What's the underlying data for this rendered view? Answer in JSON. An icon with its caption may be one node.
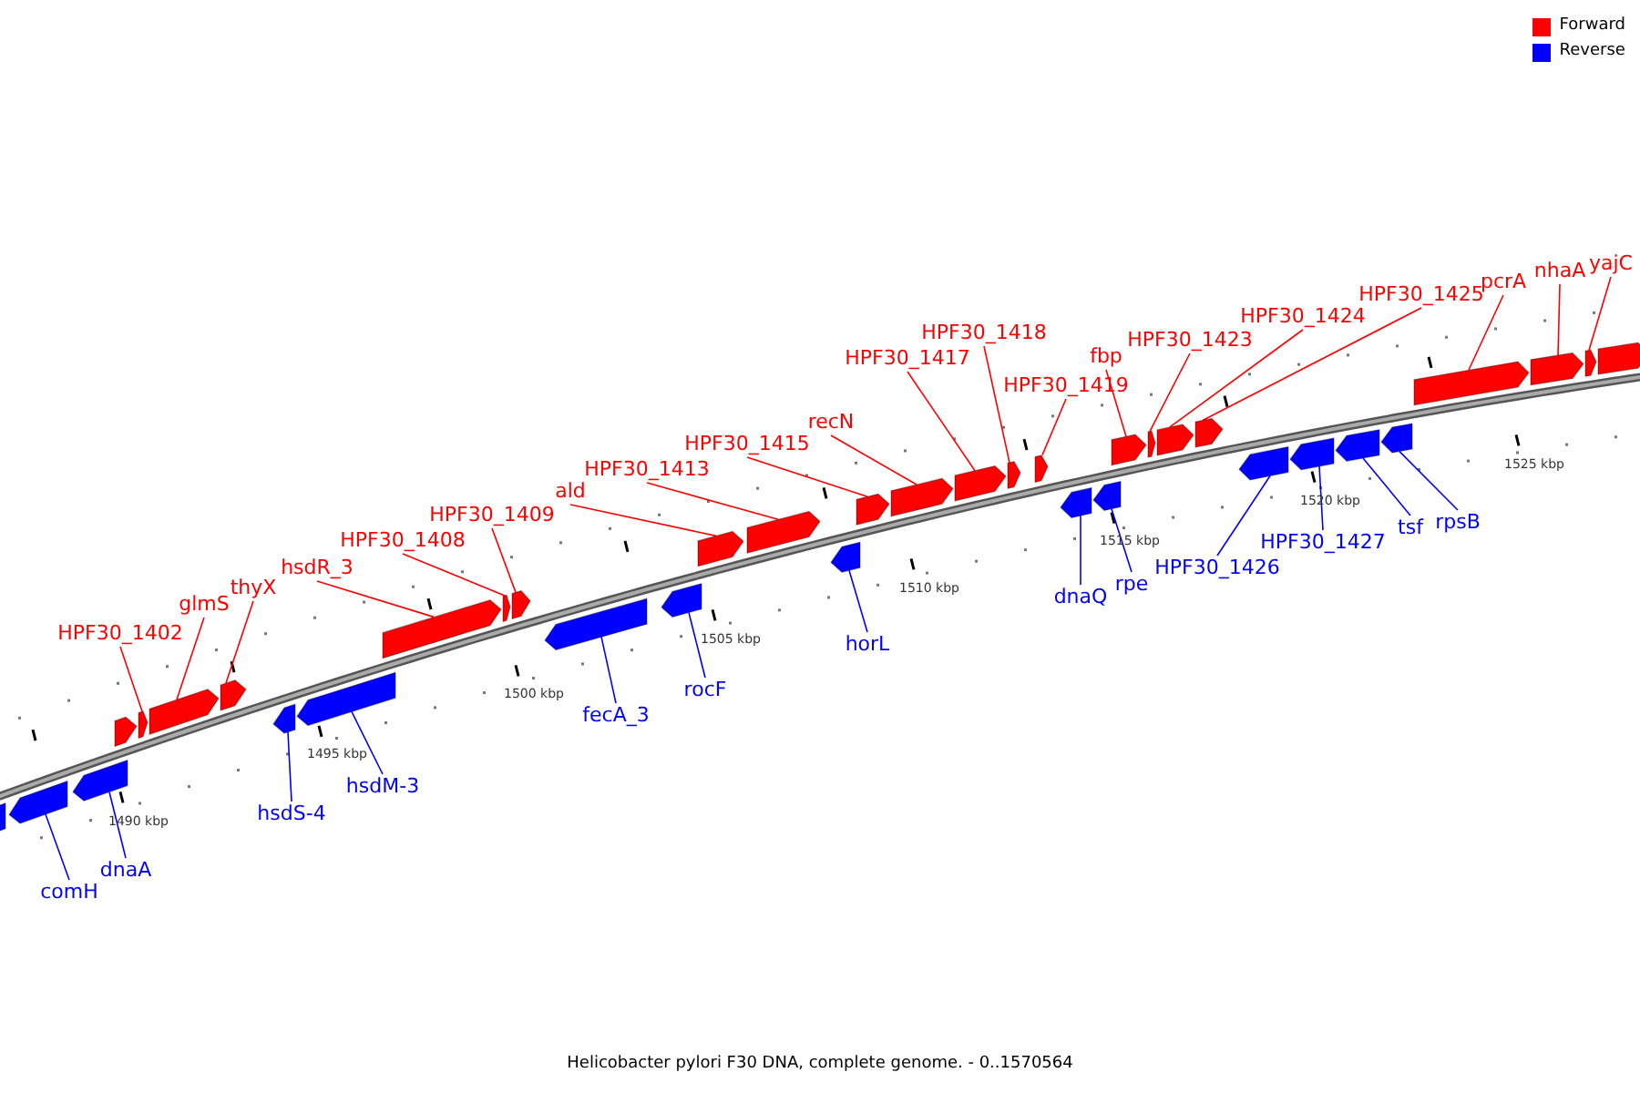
{
  "diagram": {
    "caption": "Helicobacter pylori F30 DNA, complete genome. - 0..1570564",
    "nodes": [
      {
        "text": [],
        "shape": "arrow"
      },
      {
        "text": [
          "comH"
        ]
      },
      {
        "text": [],
        "shape": "arrow"
      },
      {
        "text": [
          "dnaA"
        ]
      },
      {
        "text": [],
        "shape": "arrow"
      },
      {
        "text": [],
        "shape": "arrow"
      },
      {
        "text": [
          "HPF30_1402"
        ]
      },
      {
        "text": [],
        "shape": "arrow"
      },
      {
        "text": [
          "glmS"
        ]
      },
      {
        "text": [],
        "shape": "arrow"
      },
      {
        "text": [
          "thyX"
        ]
      },
      {
        "text": [],
        "shape": "arrow"
      },
      {
        "text": [
          "hsdS-4"
        ]
      },
      {
        "text": [],
        "shape": "arrow"
      },
      {
        "text": [
          "hsdM-3"
        ]
      },
      {
        "text": [],
        "shape": "arrow"
      },
      {
        "text": [
          "hsdR_3"
        ]
      },
      {
        "text": [],
        "shape": "arrow"
      },
      {
        "text": [
          "HPF30_1408"
        ]
      },
      {
        "text": [],
        "shape": "arrow"
      },
      {
        "text": [
          "HPF30_1409"
        ]
      },
      {
        "text": [],
        "shape": "arrow"
      },
      {
        "text": [
          "fecA_3"
        ]
      },
      {
        "text": [],
        "shape": "arrow"
      },
      {
        "text": [
          "rocF"
        ]
      },
      {
        "text": [],
        "shape": "arrow"
      },
      {
        "text": [
          "ald"
        ]
      },
      {
        "text": [],
        "shape": "arrow"
      },
      {
        "text": [
          "HPF30_1413"
        ]
      },
      {
        "text": [],
        "shape": "arrow"
      },
      {
        "text": [
          "horL"
        ]
      },
      {
        "text": [],
        "shape": "arrow"
      },
      {
        "text": [
          "HPF30_1415"
        ]
      },
      {
        "text": [],
        "shape": "arrow"
      },
      {
        "text": [
          "recN"
        ]
      },
      {
        "text": [],
        "shape": "arrow"
      },
      {
        "text": [
          "HPF30_1417"
        ]
      },
      {
        "text": [],
        "shape": "arrow"
      },
      {
        "text": [
          "HPF30_1418"
        ]
      },
      {
        "text": [],
        "shape": "arrow"
      },
      {
        "text": [
          "HPF30_1419"
        ]
      },
      {
        "text": [],
        "shape": "arrow"
      },
      {
        "text": [
          "dnaQ"
        ]
      },
      {
        "text": [],
        "shape": "arrow"
      },
      {
        "text": [
          "rpe"
        ]
      },
      {
        "text": [],
        "shape": "arrow"
      },
      {
        "text": [
          "fbp"
        ]
      },
      {
        "text": [],
        "shape": "arrow"
      },
      {
        "text": [
          "HPF30_1423"
        ]
      },
      {
        "text": [],
        "shape": "arrow"
      },
      {
        "text": [
          "HPF30_1424"
        ]
      },
      {
        "text": [],
        "shape": "arrow"
      },
      {
        "text": [
          "HPF30_1425"
        ]
      },
      {
        "text": [],
        "shape": "arrow"
      },
      {
        "text": [
          "HPF30_1426"
        ]
      },
      {
        "text": [],
        "shape": "arrow"
      },
      {
        "text": [
          "HPF30_1427"
        ]
      },
      {
        "text": [],
        "shape": "arrow"
      },
      {
        "text": [
          "tsf"
        ]
      },
      {
        "text": [],
        "shape": "arrow"
      },
      {
        "text": [
          "rpsB"
        ]
      },
      {
        "text": [],
        "shape": "arrow"
      },
      {
        "text": [
          "pcrA"
        ]
      },
      {
        "text": [],
        "shape": "arrow"
      },
      {
        "text": [
          "nhaA"
        ]
      },
      {
        "text": [],
        "shape": "arrow"
      },
      {
        "text": [
          "yajC"
        ]
      },
      {
        "text": [],
        "shape": "arrow"
      },
      {
        "text": [],
        "shape": "arrow"
      }
    ],
    "edges": [
      {
        "from": 1,
        "to": 2,
        "arrow": "none",
        "color": "#0000ff"
      },
      {
        "from": 3,
        "to": 4,
        "arrow": "none",
        "color": "#0000ff"
      },
      {
        "from": 6,
        "to": 7,
        "arrow": "none"
      },
      {
        "from": 8,
        "to": 9,
        "arrow": "none"
      },
      {
        "from": 10,
        "to": 11,
        "arrow": "none"
      },
      {
        "from": 12,
        "to": 13,
        "arrow": "none",
        "color": "#0000ff"
      },
      {
        "from": 14,
        "to": 15,
        "arrow": "none",
        "color": "#0000ff"
      },
      {
        "from": 16,
        "to": 17,
        "arrow": "none"
      },
      {
        "from": 18,
        "to": 19,
        "arrow": "none"
      },
      {
        "from": 20,
        "to": 21,
        "arrow": "none"
      },
      {
        "from": 22,
        "to": 23,
        "arrow": "none",
        "color": "#0000ff"
      },
      {
        "from": 24,
        "to": 25,
        "arrow": "none",
        "color": "#0000ff"
      },
      {
        "from": 26,
        "to": 27,
        "arrow": "none"
      },
      {
        "from": 28,
        "to": 29,
        "arrow": "none"
      },
      {
        "from": 30,
        "to": 31,
        "arrow": "none",
        "color": "#0000ff"
      },
      {
        "from": 32,
        "to": 33,
        "arrow": "none"
      },
      {
        "from": 34,
        "to": 35,
        "arrow": "none"
      },
      {
        "from": 36,
        "to": 37,
        "arrow": "none"
      },
      {
        "from": 38,
        "to": 39,
        "arrow": "none"
      },
      {
        "from": 40,
        "to": 41,
        "arrow": "none"
      },
      {
        "from": 42,
        "to": 43,
        "arrow": "none",
        "color": "#0000ff"
      },
      {
        "from": 44,
        "to": 45,
        "arrow": "none",
        "color": "#0000ff"
      },
      {
        "from": 46,
        "to": 47,
        "arrow": "none"
      },
      {
        "from": 48,
        "to": 49,
        "arrow": "none"
      },
      {
        "from": 50,
        "to": 51,
        "arrow": "none"
      },
      {
        "from": 52,
        "to": 53,
        "arrow": "none"
      },
      {
        "from": 54,
        "to": 55,
        "arrow": "none",
        "color": "#0000ff"
      },
      {
        "from": 56,
        "to": 57,
        "arrow": "none",
        "color": "#0000ff"
      },
      {
        "from": 58,
        "to": 59,
        "arrow": "none",
        "color": "#0000ff"
      },
      {
        "from": 60,
        "to": 61,
        "arrow": "none",
        "color": "#0000ff"
      },
      {
        "from": 62,
        "to": 63,
        "arrow": "none"
      },
      {
        "from": 64,
        "to": 65,
        "arrow": "none"
      },
      {
        "from": 66,
        "to": 67,
        "arrow": "none"
      }
    ],
    "labels": [
      "1490 kbp",
      "1495 kbp",
      "1500 kbp",
      "1505 kbp",
      "1510 kbp",
      "1515 kbp",
      "1520 kbp",
      "1525 kbp"
    ],
    "legend": [
      {
        "text": "Forward",
        "color": "#ff0000"
      },
      {
        "text": "Reverse",
        "color": "#0000ff"
      }
    ]
  }
}
